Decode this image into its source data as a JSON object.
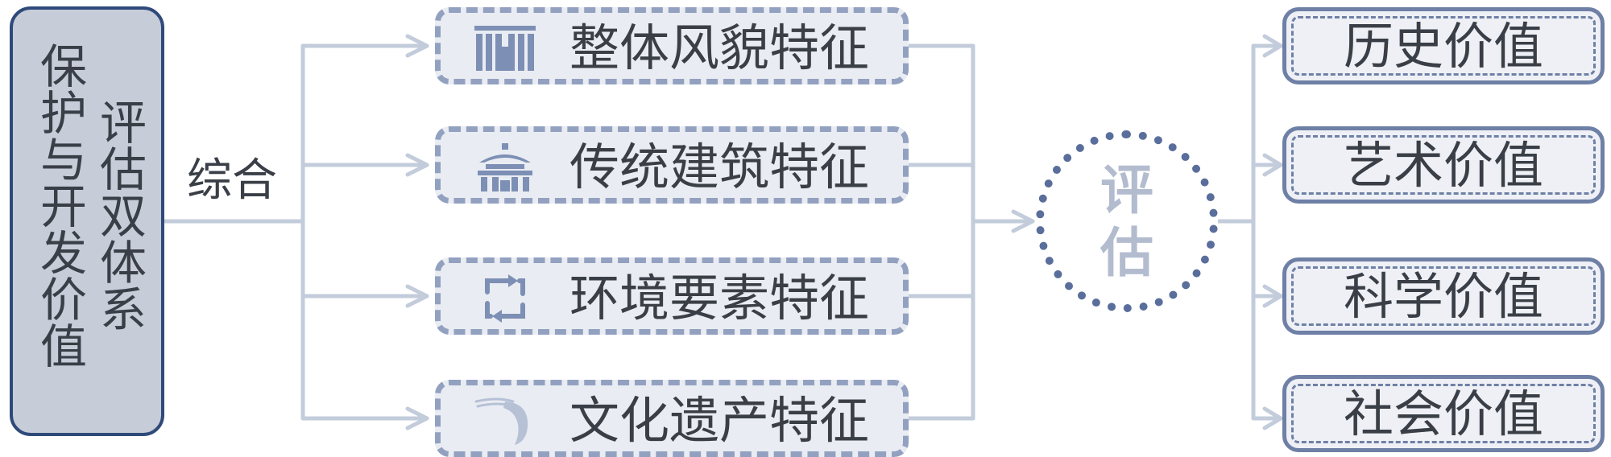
{
  "left": {
    "col1": "保护与开发价值",
    "col2": "评估双体系"
  },
  "connector_label": "综合",
  "features": [
    {
      "label": "整体风貌特征",
      "icon": "building-icon"
    },
    {
      "label": "传统建筑特征",
      "icon": "pavilion-icon"
    },
    {
      "label": "环境要素特征",
      "icon": "cycle-icon"
    },
    {
      "label": "文化遗产特征",
      "icon": "shrimp-icon"
    }
  ],
  "center": {
    "char1": "评",
    "char2": "估"
  },
  "values": [
    {
      "label": "历史价值"
    },
    {
      "label": "艺术价值"
    },
    {
      "label": "科学价值"
    },
    {
      "label": "社会价值"
    }
  ],
  "colors": {
    "line": "#c3ccdb",
    "border_dark": "#2f4a7a",
    "dashed": "#93a1c0",
    "icon": "#7d8fb4"
  }
}
